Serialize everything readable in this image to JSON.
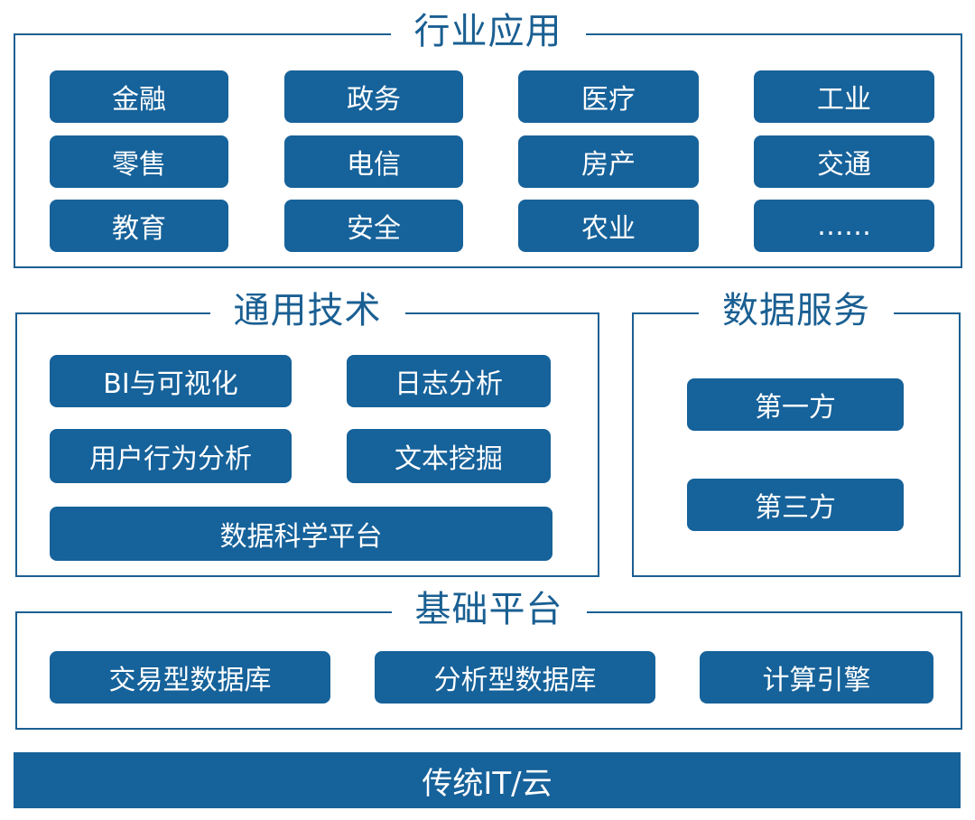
{
  "industry": {
    "title": "行业应用",
    "items": [
      "金融",
      "政务",
      "医疗",
      "工业",
      "零售",
      "电信",
      "房产",
      "交通",
      "教育",
      "安全",
      "农业",
      "……"
    ]
  },
  "tech": {
    "title": "通用技术",
    "items": [
      "BI与可视化",
      "日志分析",
      "用户行为分析",
      "文本挖掘",
      "数据科学平台"
    ]
  },
  "data_service": {
    "title": "数据服务",
    "items": [
      "第一方",
      "第三方"
    ]
  },
  "base": {
    "title": "基础平台",
    "items": [
      "交易型数据库",
      "分析型数据库",
      "计算引擎"
    ]
  },
  "bottom": {
    "label": "传统IT/云"
  }
}
